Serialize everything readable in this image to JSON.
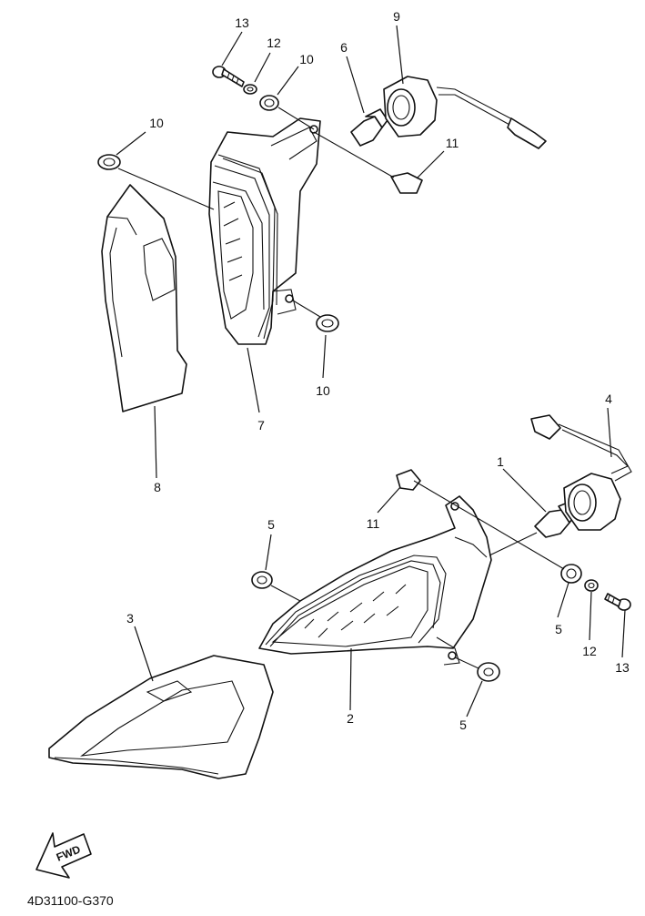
{
  "diagram_code": "4D31100-G370",
  "fwd_label": "FWD",
  "callouts": {
    "c1": "1",
    "c2": "2",
    "c3": "3",
    "c4": "4",
    "c5a": "5",
    "c5b": "5",
    "c5c": "5",
    "c6": "6",
    "c7": "7",
    "c8": "8",
    "c9": "9",
    "c10a": "10",
    "c10b": "10",
    "c10c": "10",
    "c11a": "11",
    "c11b": "11",
    "c12a": "12",
    "c12b": "12",
    "c13a": "13",
    "c13b": "13"
  }
}
